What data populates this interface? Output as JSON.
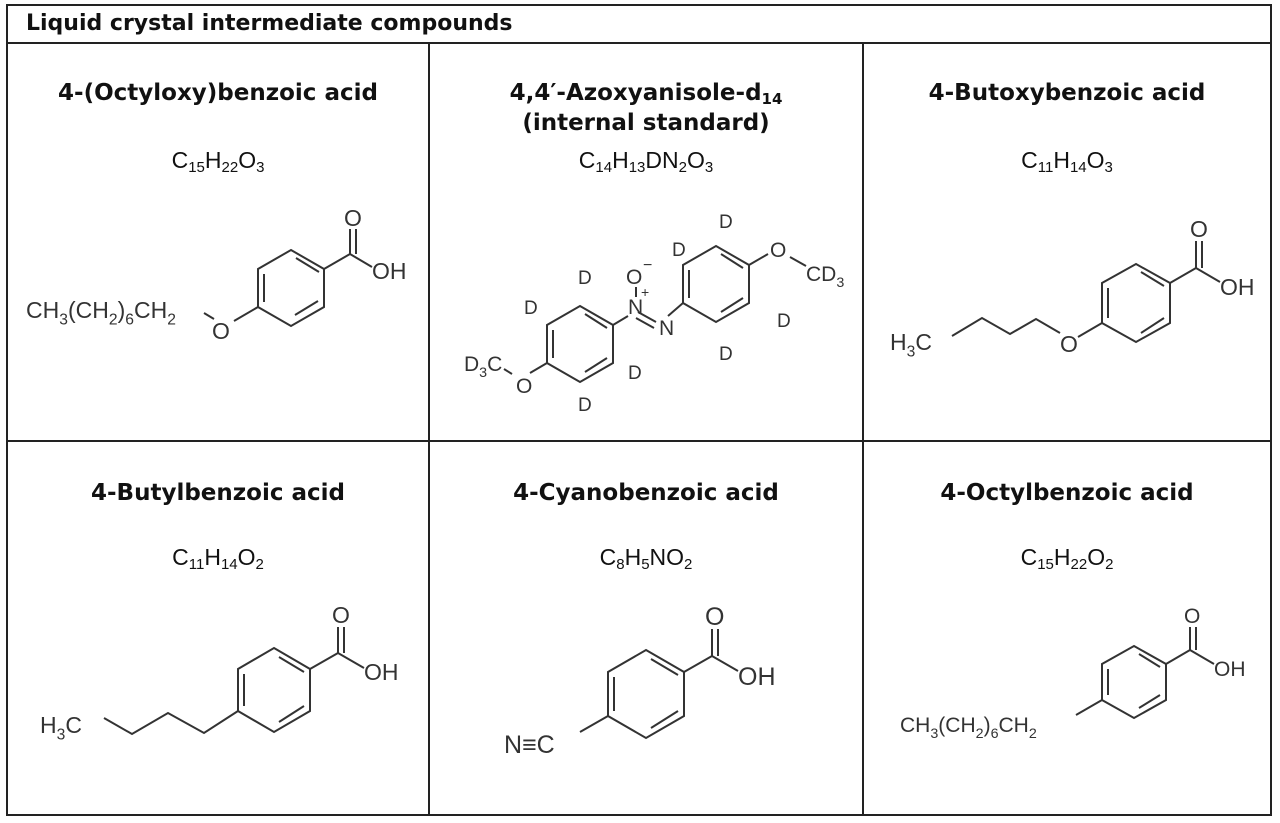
{
  "table": {
    "title": "Liquid crystal intermediate compounds"
  },
  "compounds": [
    {
      "name": "4-(Octyloxy)benzoic acid",
      "formula": [
        [
          "C",
          "15"
        ],
        [
          "H",
          "22"
        ],
        [
          "O",
          "3"
        ]
      ],
      "labels": {
        "o_top": "O",
        "oh": "OH",
        "chain": "CH3(CH2)6CH2",
        "o_ether": "O"
      }
    },
    {
      "name_main": "4,4′-Azoxyanisole-d",
      "name_sub": "14",
      "name_line2": "(internal standard)",
      "formula": [
        [
          "C",
          "14"
        ],
        [
          "H",
          "13"
        ],
        [
          "DN",
          "2"
        ],
        [
          "O",
          "3"
        ]
      ],
      "labels": {
        "d": "D",
        "o_minus": "O",
        "minus": "−",
        "n_plus": "N",
        "plus": "+",
        "n": "N",
        "o": "O",
        "cd3": "CD3",
        "d3c": "D3C"
      }
    },
    {
      "name": "4-Butoxybenzoic acid",
      "formula": [
        [
          "C",
          "11"
        ],
        [
          "H",
          "14"
        ],
        [
          "O",
          "3"
        ]
      ],
      "labels": {
        "o_top": "O",
        "oh": "OH",
        "h3c": "H3C",
        "o_ether": "O"
      }
    },
    {
      "name": "4-Butylbenzoic acid",
      "formula": [
        [
          "C",
          "11"
        ],
        [
          "H",
          "14"
        ],
        [
          "O",
          "2"
        ]
      ],
      "labels": {
        "o_top": "O",
        "oh": "OH",
        "h3c": "H3C"
      }
    },
    {
      "name": "4-Cyanobenzoic acid",
      "formula": [
        [
          "C",
          "8"
        ],
        [
          "H",
          "5"
        ],
        [
          "NO",
          "2"
        ]
      ],
      "labels": {
        "o_top": "O",
        "oh": "OH",
        "nc": "N≡C"
      }
    },
    {
      "name": "4-Octylbenzoic acid",
      "formula": [
        [
          "C",
          "15"
        ],
        [
          "H",
          "22"
        ],
        [
          "O",
          "2"
        ]
      ],
      "labels": {
        "o_top": "O",
        "oh": "OH",
        "chain": "CH3(CH2)6CH2"
      }
    }
  ]
}
